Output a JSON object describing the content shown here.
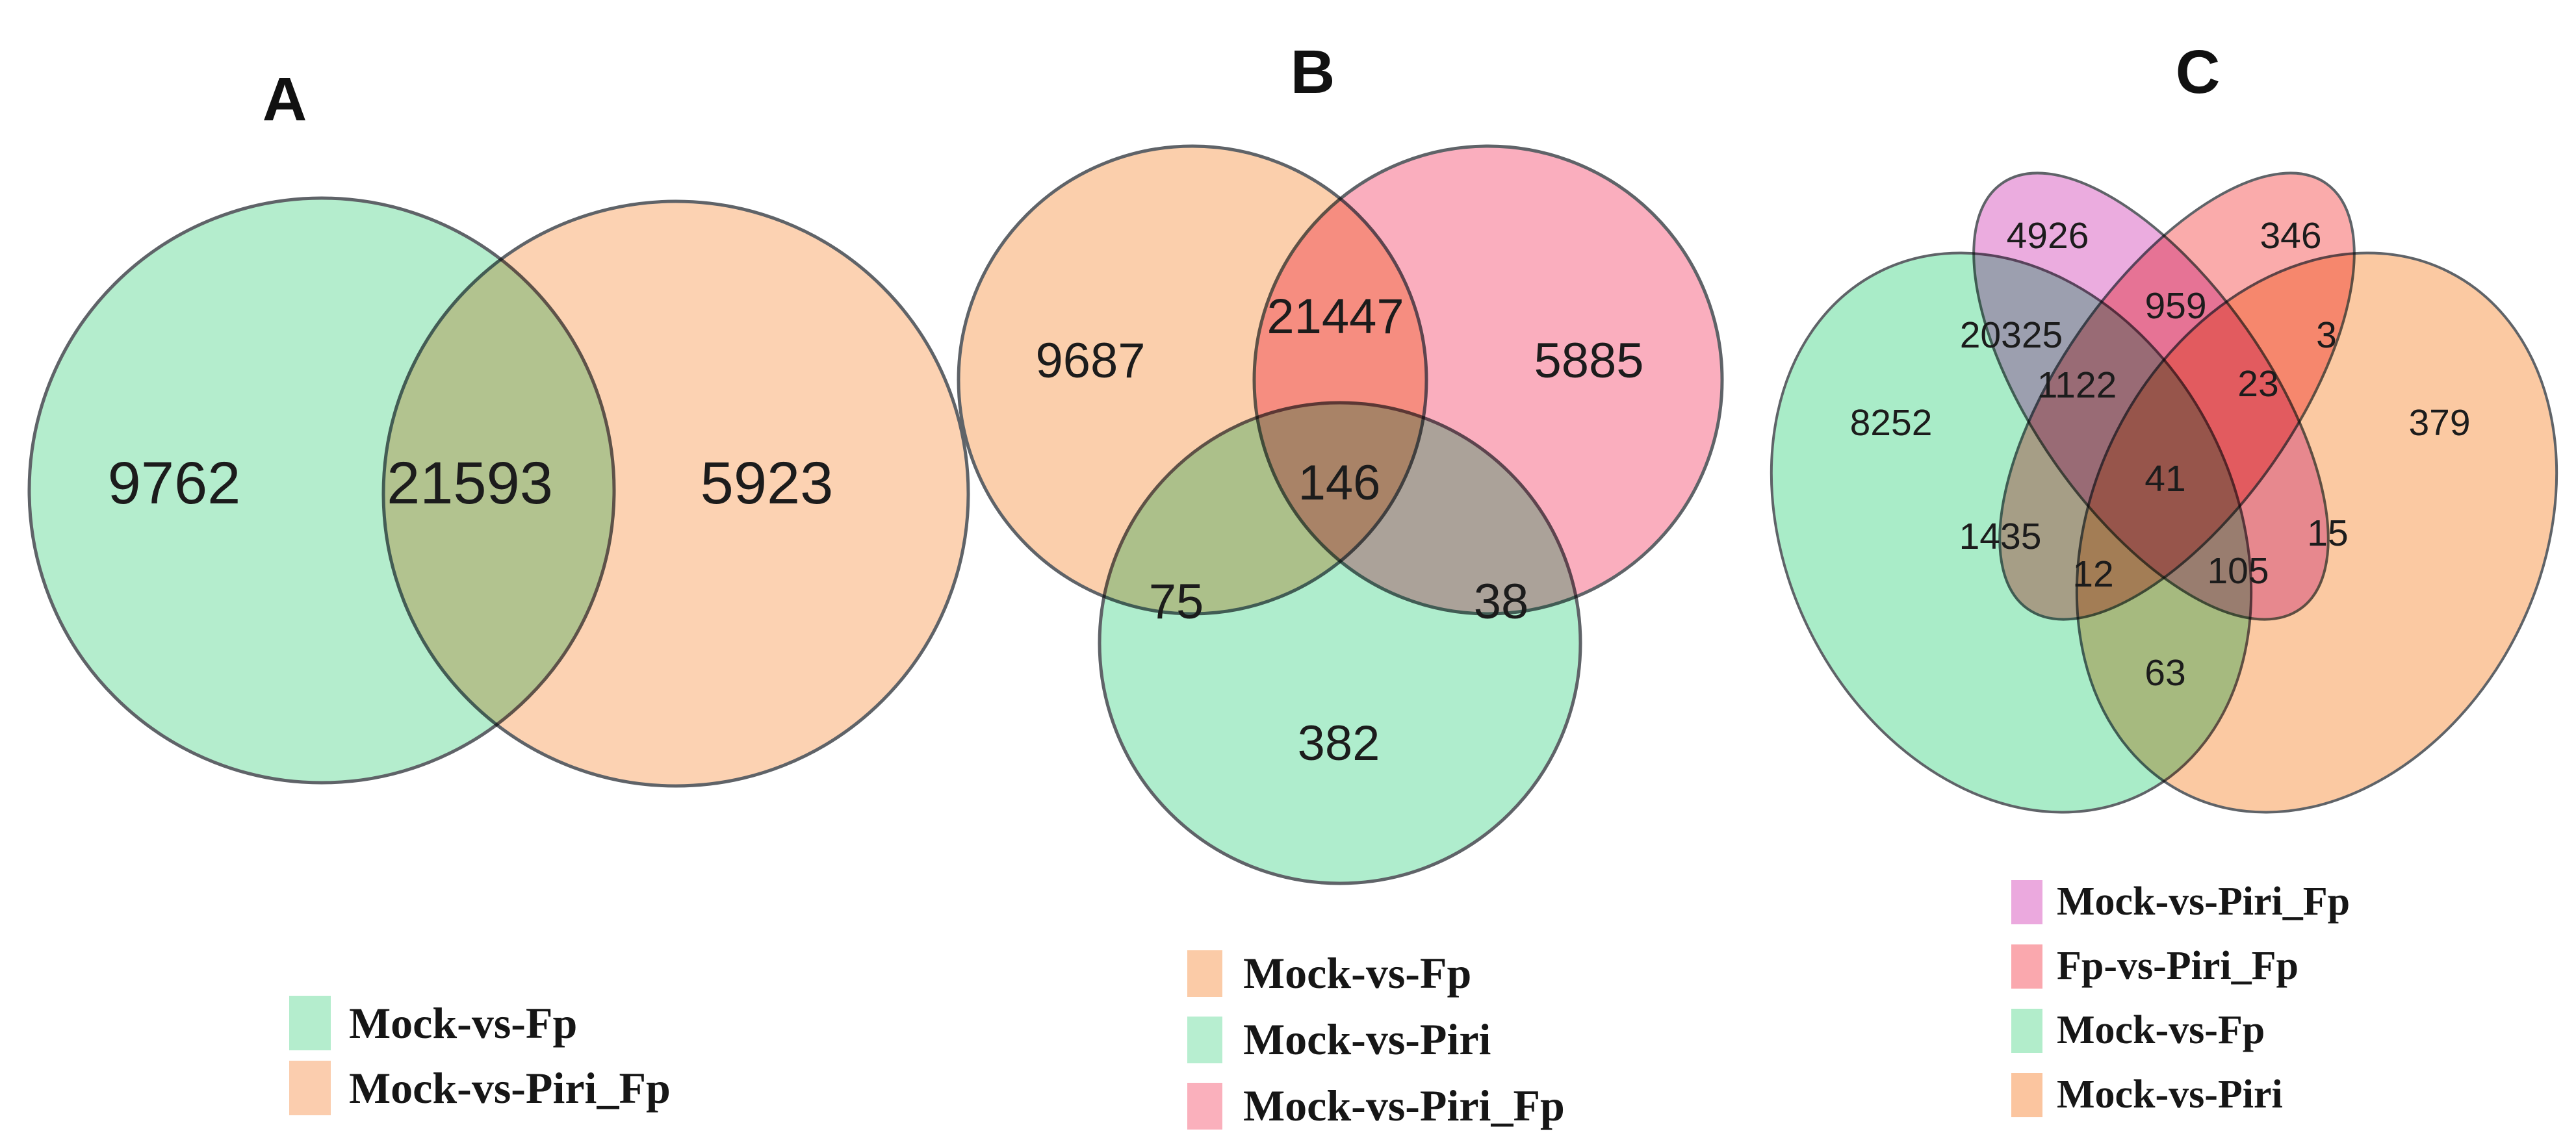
{
  "panels": [
    {
      "label": "A",
      "circles": [
        {
          "set": "Mock-vs-Fp",
          "color": "#B4EDCD"
        },
        {
          "set": "Mock-vs-Piri_Fp",
          "color": "#FCD2B2"
        }
      ],
      "regions": [
        {
          "sets": [
            "Mock-vs-Fp"
          ],
          "value": 9762
        },
        {
          "sets": [
            "Mock-vs-Fp",
            "Mock-vs-Piri_Fp"
          ],
          "value": 21593
        },
        {
          "sets": [
            "Mock-vs-Piri_Fp"
          ],
          "value": 5923
        }
      ],
      "legend": [
        {
          "label": "Mock-vs-Fp",
          "color": "#B4EDCD"
        },
        {
          "label": "Mock-vs-Piri_Fp",
          "color": "#FBCDAE"
        }
      ]
    },
    {
      "label": "B",
      "circles": [
        {
          "set": "Mock-vs-Fp",
          "color": "#FBCFAC"
        },
        {
          "set": "Mock-vs-Piri_Fp",
          "color": "#FAAEBE"
        },
        {
          "set": "Mock-vs-Piri",
          "color": "#AFEDCD"
        }
      ],
      "regions": [
        {
          "sets": [
            "Mock-vs-Fp"
          ],
          "value": 9687
        },
        {
          "sets": [
            "Mock-vs-Fp",
            "Mock-vs-Piri_Fp"
          ],
          "value": 21447
        },
        {
          "sets": [
            "Mock-vs-Piri_Fp"
          ],
          "value": 5885
        },
        {
          "sets": [
            "Mock-vs-Fp",
            "Mock-vs-Piri",
            "Mock-vs-Piri_Fp"
          ],
          "value": 146
        },
        {
          "sets": [
            "Mock-vs-Fp",
            "Mock-vs-Piri"
          ],
          "value": 75
        },
        {
          "sets": [
            "Mock-vs-Piri",
            "Mock-vs-Piri_Fp"
          ],
          "value": 38
        },
        {
          "sets": [
            "Mock-vs-Piri"
          ],
          "value": 382
        }
      ],
      "legend": [
        {
          "label": "Mock-vs-Fp",
          "color": "#FBCBA7"
        },
        {
          "label": "Mock-vs-Piri",
          "color": "#B7EED0"
        },
        {
          "label": "Mock-vs-Piri_Fp",
          "color": "#FAB0BC"
        }
      ]
    },
    {
      "label": "C",
      "circles": [
        {
          "set": "Mock-vs-Fp",
          "color": "#A9ECC8"
        },
        {
          "set": "Mock-vs-Piri_Fp",
          "color": "#EBACDF"
        },
        {
          "set": "Fp-vs-Piri_Fp",
          "color": "#FAABAB"
        },
        {
          "set": "Mock-vs-Piri",
          "color": "#FBC9A2"
        }
      ],
      "regions": [
        {
          "sets": [
            "Mock-vs-Piri_Fp"
          ],
          "value": 4926
        },
        {
          "sets": [
            "Fp-vs-Piri_Fp"
          ],
          "value": 346
        },
        {
          "sets": [
            "Mock-vs-Piri_Fp",
            "Fp-vs-Piri_Fp"
          ],
          "value": 959
        },
        {
          "sets": [
            "Mock-vs-Fp",
            "Mock-vs-Piri_Fp"
          ],
          "value": 20325
        },
        {
          "sets": [
            "Fp-vs-Piri_Fp",
            "Mock-vs-Piri"
          ],
          "value": 3
        },
        {
          "sets": [
            "Mock-vs-Fp"
          ],
          "value": 8252
        },
        {
          "sets": [
            "Mock-vs-Fp",
            "Mock-vs-Piri_Fp",
            "Fp-vs-Piri_Fp"
          ],
          "value": 1122
        },
        {
          "sets": [
            "Mock-vs-Piri_Fp",
            "Fp-vs-Piri_Fp",
            "Mock-vs-Piri"
          ],
          "value": 23
        },
        {
          "sets": [
            "Mock-vs-Piri"
          ],
          "value": 379
        },
        {
          "sets": [
            "Mock-vs-Fp",
            "Mock-vs-Piri_Fp",
            "Fp-vs-Piri_Fp",
            "Mock-vs-Piri"
          ],
          "value": 41
        },
        {
          "sets": [
            "Mock-vs-Fp",
            "Fp-vs-Piri_Fp"
          ],
          "value": 1435
        },
        {
          "sets": [
            "Mock-vs-Piri_Fp",
            "Mock-vs-Piri"
          ],
          "value": 15
        },
        {
          "sets": [
            "Mock-vs-Fp",
            "Fp-vs-Piri_Fp",
            "Mock-vs-Piri"
          ],
          "value": 12
        },
        {
          "sets": [
            "Mock-vs-Fp",
            "Mock-vs-Piri_Fp",
            "Mock-vs-Piri"
          ],
          "value": 105
        },
        {
          "sets": [
            "Mock-vs-Fp",
            "Mock-vs-Piri"
          ],
          "value": 63
        }
      ],
      "legend": [
        {
          "label": "Mock-vs-Piri_Fp",
          "color": "#EBA9DE"
        },
        {
          "label": "Fp-vs-Piri_Fp",
          "color": "#FAA8AE"
        },
        {
          "label": "Mock-vs-Fp",
          "color": "#B2EDCB"
        },
        {
          "label": "Mock-vs-Piri",
          "color": "#FBC59F"
        }
      ]
    }
  ],
  "chart_data": [
    {
      "type": "venn",
      "panel": "A",
      "sets": [
        "Mock-vs-Fp",
        "Mock-vs-Piri_Fp"
      ],
      "regions": {
        "Mock-vs-Fp": 9762,
        "Mock-vs-Fp & Mock-vs-Piri_Fp": 21593,
        "Mock-vs-Piri_Fp": 5923
      }
    },
    {
      "type": "venn",
      "panel": "B",
      "sets": [
        "Mock-vs-Fp",
        "Mock-vs-Piri",
        "Mock-vs-Piri_Fp"
      ],
      "regions": {
        "Mock-vs-Fp": 9687,
        "Mock-vs-Fp & Mock-vs-Piri_Fp": 21447,
        "Mock-vs-Piri_Fp": 5885,
        "Mock-vs-Fp & Mock-vs-Piri & Mock-vs-Piri_Fp": 146,
        "Mock-vs-Fp & Mock-vs-Piri": 75,
        "Mock-vs-Piri & Mock-vs-Piri_Fp": 38,
        "Mock-vs-Piri": 382
      }
    },
    {
      "type": "venn",
      "panel": "C",
      "sets": [
        "Mock-vs-Fp",
        "Mock-vs-Piri_Fp",
        "Fp-vs-Piri_Fp",
        "Mock-vs-Piri"
      ],
      "regions": {
        "Mock-vs-Fp": 8252,
        "Mock-vs-Piri_Fp": 4926,
        "Fp-vs-Piri_Fp": 346,
        "Mock-vs-Piri": 379,
        "Mock-vs-Fp & Mock-vs-Piri_Fp": 20325,
        "Mock-vs-Piri_Fp & Fp-vs-Piri_Fp": 959,
        "Fp-vs-Piri_Fp & Mock-vs-Piri": 3,
        "Mock-vs-Fp & Fp-vs-Piri_Fp": 1435,
        "Mock-vs-Piri_Fp & Mock-vs-Piri": 15,
        "Mock-vs-Fp & Mock-vs-Piri": 63,
        "Mock-vs-Fp & Mock-vs-Piri_Fp & Fp-vs-Piri_Fp": 1122,
        "Mock-vs-Piri_Fp & Fp-vs-Piri_Fp & Mock-vs-Piri": 23,
        "Mock-vs-Fp & Fp-vs-Piri_Fp & Mock-vs-Piri": 12,
        "Mock-vs-Fp & Mock-vs-Piri_Fp & Mock-vs-Piri": 105,
        "Mock-vs-Fp & Mock-vs-Piri_Fp & Fp-vs-Piri_Fp & Mock-vs-Piri": 41
      }
    }
  ]
}
